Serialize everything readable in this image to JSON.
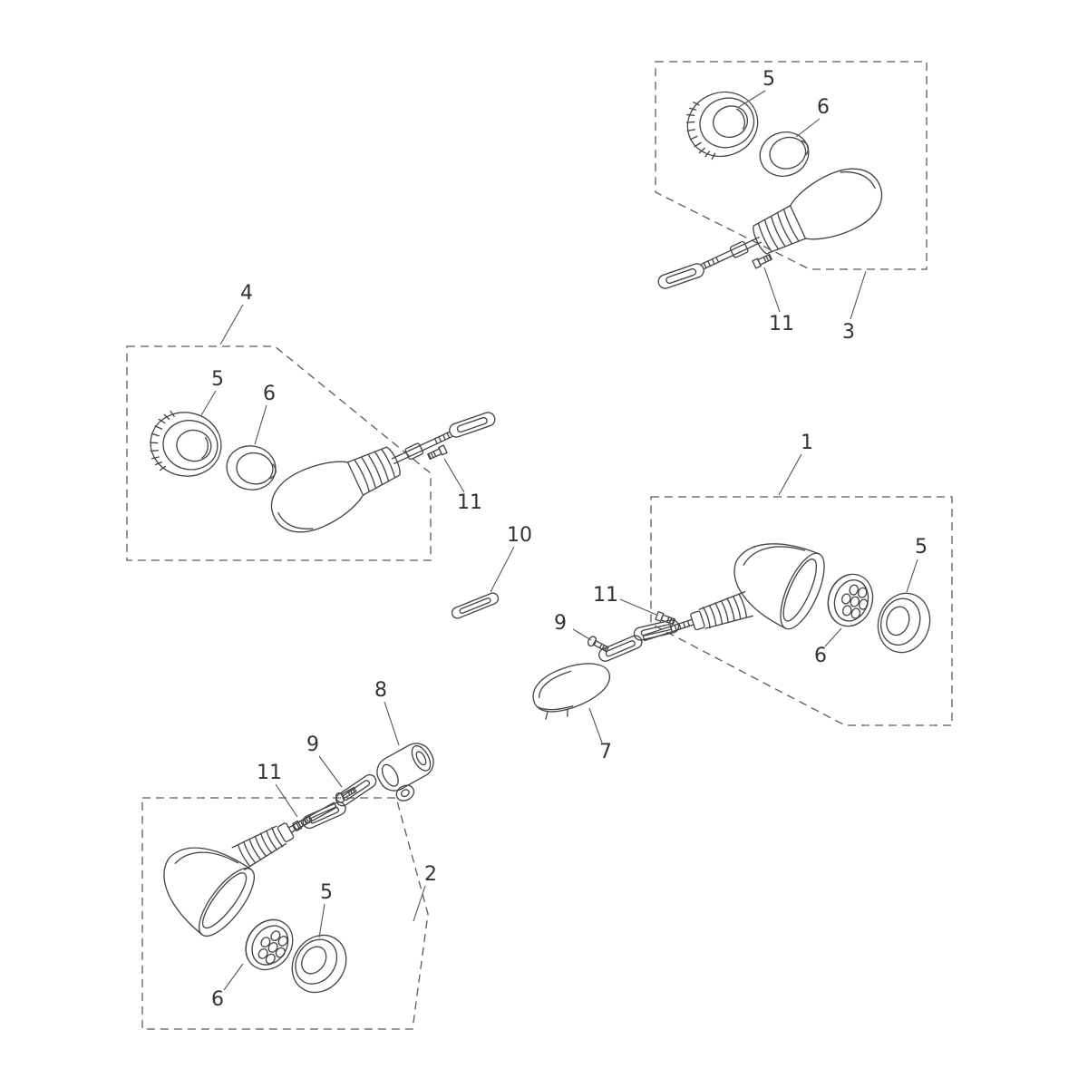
{
  "diagram": {
    "type": "exploded-parts-diagram",
    "background_color": "#ffffff",
    "line_color": "#474747",
    "boundary_color": "#5a5a5a",
    "label_color": "#333333",
    "callouts": {
      "g3_5": "5",
      "g3_6": "6",
      "g3_11": "11",
      "g3_box": "3",
      "g4_box": "4",
      "g4_5": "5",
      "g4_6": "6",
      "g4_11": "11",
      "pin": "10",
      "g1_box": "1",
      "g1_5": "5",
      "g1_6": "6",
      "g1_11": "11",
      "g1_9": "9",
      "g1_7": "7",
      "g2_8": "8",
      "g2_9": "9",
      "g2_11": "11",
      "g2_box": "2",
      "g2_5": "5",
      "g2_6": "6"
    }
  }
}
